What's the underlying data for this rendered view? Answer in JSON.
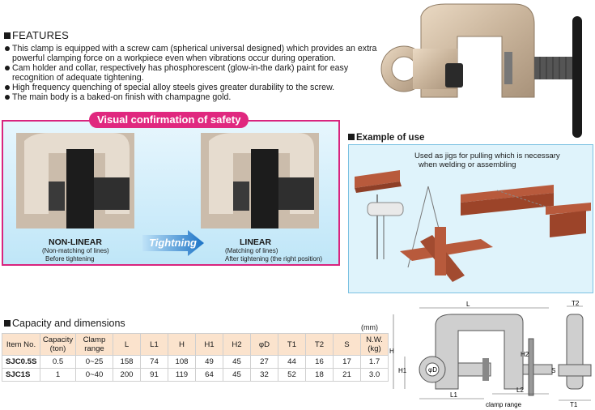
{
  "features": {
    "heading": "FEATURES",
    "items": [
      "This clamp is equipped with a screw cam (spherical universal designed) which provides an extra powerful clamping force on a workpiece even when vibrations occur during operation.",
      "Cam holder and collar, respectively has phosphorescent (glow-in-the dark) paint for easy recognition of adequate tightening.",
      "High frequency quenching of special alloy steels gives greater durability to the screw.",
      "The main body is a baked-on finish with champagne gold."
    ]
  },
  "safety": {
    "title": "Visual confirmation of safety",
    "arrow_label": "Tightning",
    "nonlinear": {
      "label": "NON-LINEAR",
      "sub1": "(Non-matching of lines)",
      "sub2": "Before tightening"
    },
    "linear": {
      "label": "LINEAR",
      "sub1": "(Matching of lines)",
      "sub2": "After tightening (the right position)"
    }
  },
  "example": {
    "heading": "Example of use",
    "caption_line1": "Used as jigs for pulling which is necessary",
    "caption_line2": "when welding or assembling"
  },
  "capacity": {
    "heading": "Capacity and dimensions",
    "unit": "(mm)",
    "headers": [
      "Item No.",
      "Capacity\n(ton)",
      "Clamp\nrange",
      "L",
      "L1",
      "H",
      "H1",
      "H2",
      "φD",
      "T1",
      "T2",
      "S",
      "N.W.\n(kg)"
    ],
    "rows": [
      [
        "SJC0.5S",
        "0.5",
        "0~25",
        "158",
        "74",
        "108",
        "49",
        "45",
        "27",
        "44",
        "16",
        "17",
        "1.7"
      ],
      [
        "SJC1S",
        "1",
        "0~40",
        "200",
        "91",
        "119",
        "64",
        "45",
        "32",
        "52",
        "18",
        "21",
        "3.0"
      ]
    ]
  },
  "drawing": {
    "labels": {
      "L": "L",
      "L1": "L1",
      "L2": "L2",
      "H": "H",
      "H1": "H1",
      "H2": "H2",
      "D": "φD",
      "S": "S",
      "T1": "T1",
      "T2": "T2",
      "clamp_range": "clamp range"
    }
  },
  "colors": {
    "accent_pink": "#e0287f",
    "panel_blue": "#dff3fb",
    "table_header": "#fbe3cd",
    "clamp_gold": "#c9b49b"
  }
}
